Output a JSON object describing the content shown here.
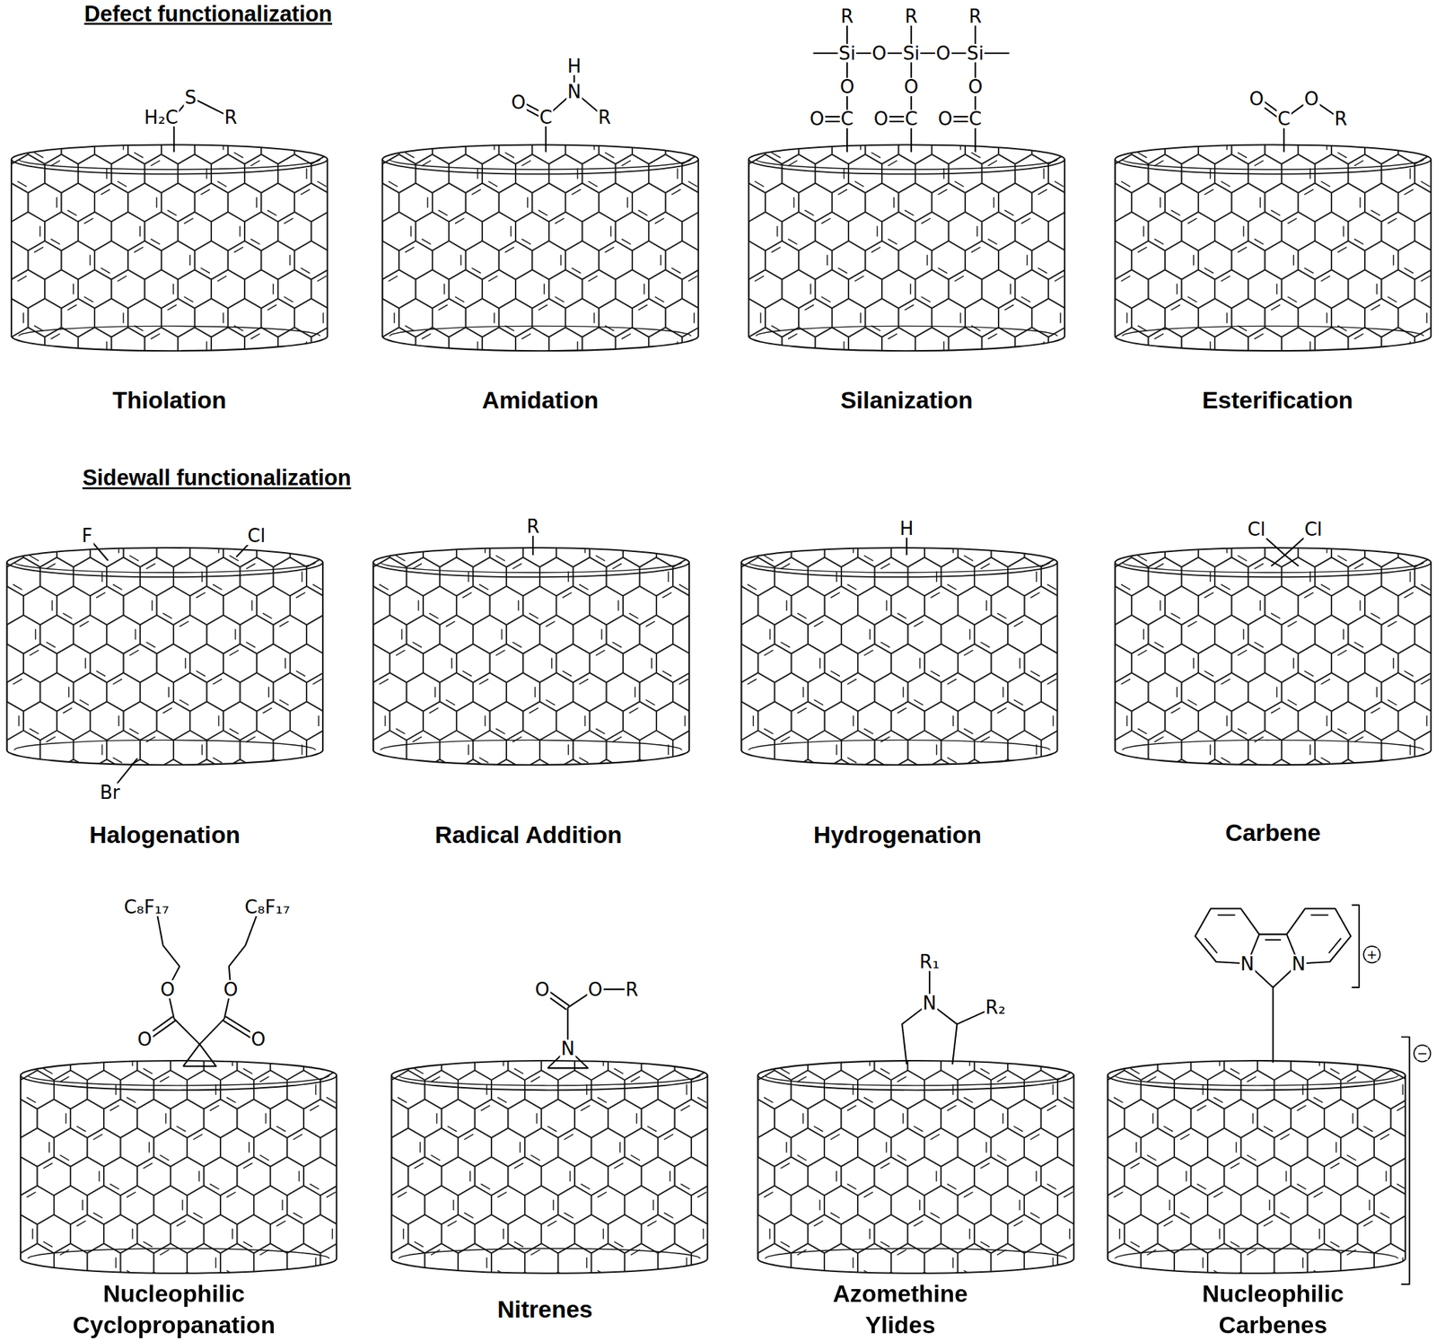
{
  "diagram": {
    "labels": [
      "Defect functionalization",
      "H₂C",
      "S",
      "R",
      "H",
      "O",
      "C",
      "N",
      "R",
      "R",
      "R",
      "R",
      "Si",
      "O",
      "Si",
      "O",
      "Si",
      "O",
      "O",
      "O",
      "O",
      "C",
      "O",
      "C",
      "O",
      "C",
      "O",
      "C",
      "O",
      "R",
      "Thiolation",
      "Amidation",
      "Silanization",
      "Esterification",
      "Sidewall functionalization",
      "F",
      "Cl",
      "R",
      "H",
      "Cl",
      "Cl",
      "Br",
      "Halogenation",
      "Radical Addition",
      "Hydrogenation",
      "Carbene",
      "C₈F₁₇",
      "C₈F₁₇",
      "O",
      "O",
      "O",
      "O",
      "O",
      "O",
      "R",
      "N",
      "R₁",
      "N",
      "R₂",
      "+",
      "N",
      "N",
      "−",
      "Nucleophilic Cyclopropanation",
      "Nitrenes",
      "Azomethine Ylides",
      "Nucleophilic Carbenes"
    ]
  }
}
